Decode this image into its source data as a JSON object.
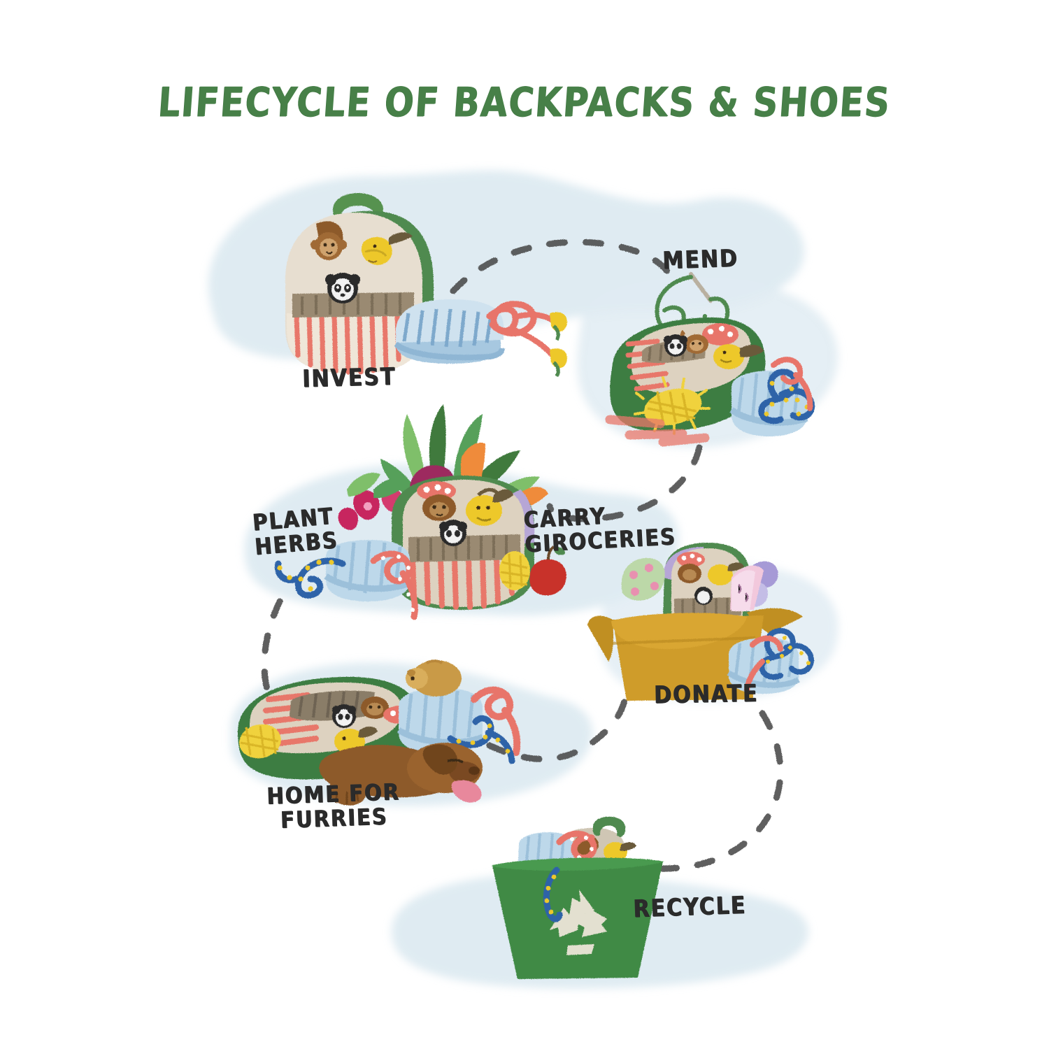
{
  "poster": {
    "title": "LIFECYCLE OF BACKPACKS & SHOES",
    "background_color": "#ffffff",
    "title_color": "#478048",
    "label_color": "#2b2b2b",
    "wash_color": "#d3e4ed",
    "dash_color": "#4a4a4a",
    "medium": "hand-drawn illustration"
  },
  "stages": [
    {
      "id": "invest",
      "label": "INVEST",
      "order": 1,
      "scene": "new backpack standing upright next to a pair of striped shoes",
      "items": [
        "backpack",
        "shoes"
      ]
    },
    {
      "id": "mend",
      "label": "MEND",
      "order": 2,
      "scene": "backpack lying flat being darned with needle and green thread, shoes with patched laces",
      "items": [
        "backpack",
        "needle",
        "thread",
        "darning-patch",
        "shoes"
      ]
    },
    {
      "id": "carry-groceries",
      "label": "CARRY\nGIROCERIES",
      "order": 3,
      "scene": "backpack used as a grocery bag filled with carrots, greens and beets, apple beside it",
      "items": [
        "backpack",
        "carrot",
        "greens",
        "beet",
        "apple"
      ]
    },
    {
      "id": "plant-herbs",
      "label": "PLANT\nHERBS",
      "order": 4,
      "scene": "shoes used as planters with flowers and herbs growing out of them",
      "items": [
        "shoes",
        "flowers",
        "herbs"
      ]
    },
    {
      "id": "donate",
      "label": "DONATE",
      "order": 5,
      "scene": "cardboard box filled with the backpack and clothes, shoes beside it",
      "items": [
        "cardboard-box",
        "backpack",
        "clothes",
        "shoes"
      ]
    },
    {
      "id": "home-for-furries",
      "label": "HOME FOR\nFURRIES",
      "order": 6,
      "scene": "flattened backpack used as a dog bed with a sleeping dog, guinea pig sitting on a shoe",
      "items": [
        "backpack",
        "dog",
        "guinea-pig",
        "shoes"
      ]
    },
    {
      "id": "recycle",
      "label": "RECYCLE",
      "order": 7,
      "scene": "green recycling bin with recycle symbol holding the worn backpack and shoes",
      "items": [
        "recycle-bin",
        "recycle-symbol",
        "backpack",
        "shoes"
      ]
    }
  ],
  "flow": {
    "type": "dashed-arc-path",
    "sequence": [
      "invest",
      "mend",
      "carry-groceries",
      "plant-herbs",
      "home-for-furries",
      "donate",
      "recycle"
    ]
  },
  "palette": {
    "backpack_body": "#e7ded0",
    "backpack_trim_green": "#4f8a4f",
    "backpack_strap_purple": "#b6a6d6",
    "stripe_red": "#e8776a",
    "pocket_brown": "#9a8a72",
    "shoe_blue": "#a7c8e0",
    "lace_red": "#e8756a",
    "lace_blue": "#2f63a8",
    "box_tan": "#cf9c2c",
    "bin_green": "#3f8a45",
    "dog_brown": "#8d5a2b",
    "carrot_orange": "#ef8b3a",
    "leaf_green": "#3f7a3d",
    "apple_red": "#c8302c",
    "beet_magenta": "#9d2a5e"
  }
}
